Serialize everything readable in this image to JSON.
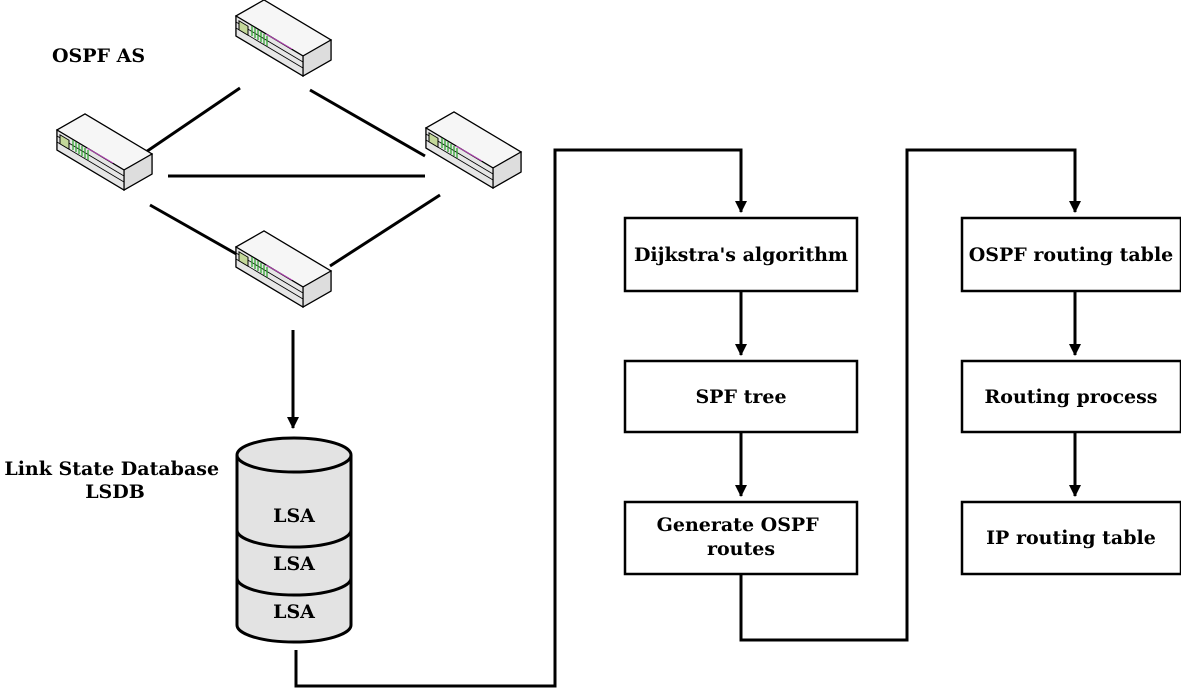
{
  "diagram": {
    "as_label": "OSPF AS",
    "lsdb_label": [
      "Link State Database",
      "LSDB"
    ],
    "lsa_entries": [
      "LSA",
      "LSA",
      "LSA"
    ],
    "boxes": {
      "dijkstra": [
        "Dijkstra's algorithm"
      ],
      "spf_tree": [
        "SPF tree"
      ],
      "generate_routes": [
        "Generate OSPF",
        "routes"
      ],
      "ospf_routing_table": [
        "OSPF routing table"
      ],
      "routing_process": [
        "Routing process"
      ],
      "ip_routing_table": [
        "IP routing table"
      ]
    },
    "colors": {
      "router_fill": "#eeeeee",
      "router_panel": "#c4d89a",
      "router_led": "#33a533",
      "router_accent": "#c040c0",
      "cylinder_fill": "#e3e3e3",
      "line": "#000000"
    }
  }
}
